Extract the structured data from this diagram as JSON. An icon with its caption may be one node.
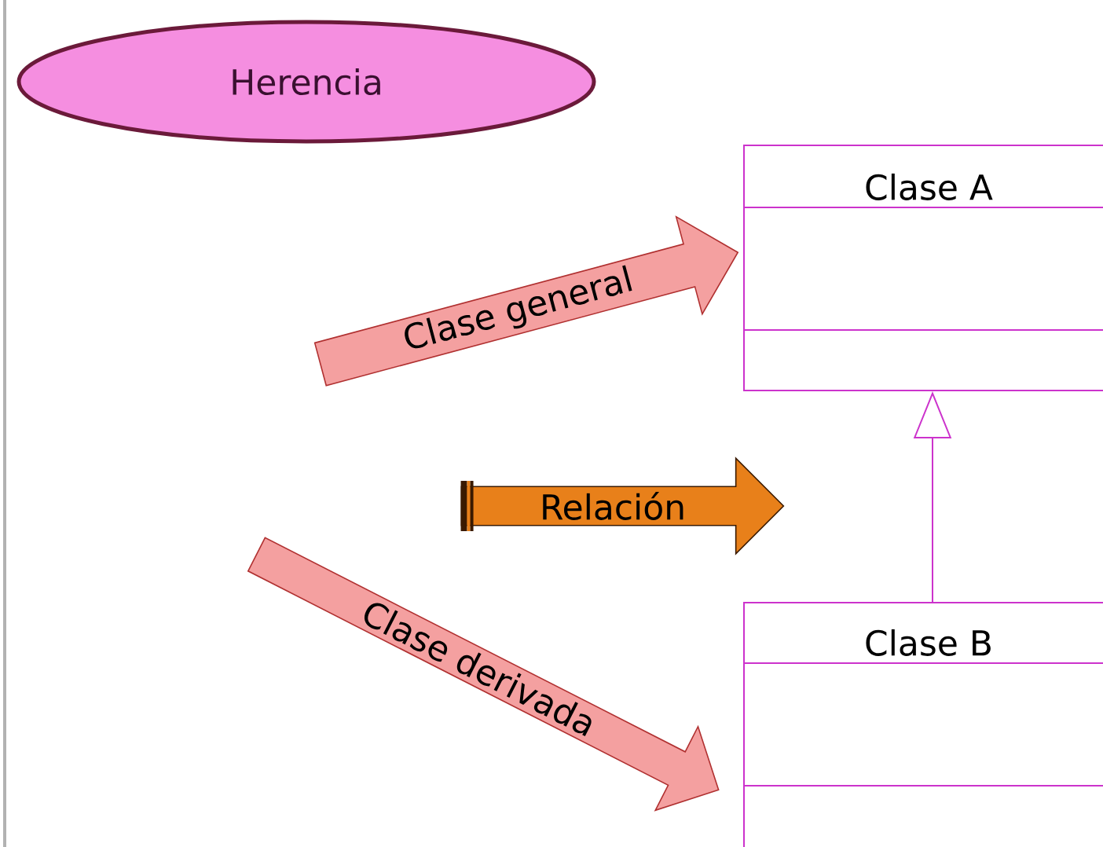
{
  "diagram": {
    "nodes": [
      {
        "text": [
          "Herencia"
        ]
      },
      {
        "text": [
          "Clase A"
        ]
      },
      {
        "text": [
          "Clase B"
        ]
      },
      {
        "text": [
          "Clase general"
        ]
      },
      {
        "text": [
          "Relación"
        ]
      },
      {
        "text": [
          "Clase derivada"
        ]
      }
    ],
    "edges": [
      {
        "from": 2,
        "to": 1,
        "arrow": "to"
      }
    ]
  }
}
